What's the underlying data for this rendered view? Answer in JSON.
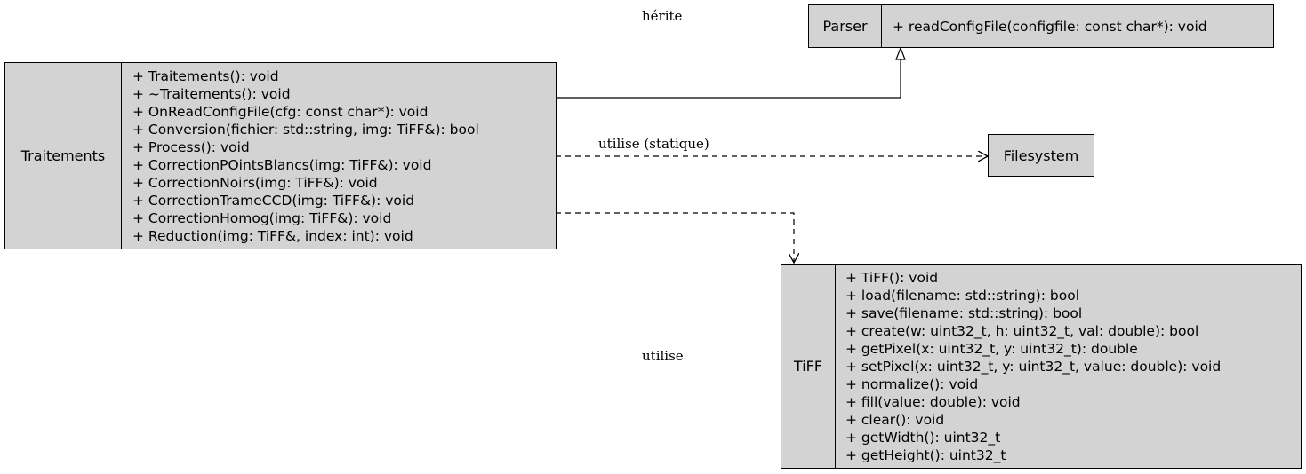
{
  "classes": {
    "parser": {
      "name": "Parser",
      "members": [
        "+ readConfigFile(configfile: const char*): void"
      ]
    },
    "traitements": {
      "name": "Traitements",
      "members": [
        "+ Traitements(): void",
        "+ ~Traitements(): void",
        "+ OnReadConfigFile(cfg: const char*): void",
        "+ Conversion(fichier: std::string, img: TiFF&): bool",
        "+ Process(): void",
        "+ CorrectionPOintsBlancs(img: TiFF&): void",
        "+ CorrectionNoirs(img: TiFF&): void",
        "+ CorrectionTrameCCD(img: TiFF&): void",
        "+ CorrectionHomog(img: TiFF&): void",
        "+ Reduction(img: TiFF&, index: int): void"
      ]
    },
    "filesystem": {
      "name": "Filesystem"
    },
    "tiff": {
      "name": "TiFF",
      "members": [
        "+ TiFF(): void",
        "+ load(filename: std::string): bool",
        "+ save(filename: std::string): bool",
        "+ create(w: uint32_t, h: uint32_t, val: double): bool",
        "+ getPixel(x: uint32_t, y: uint32_t): double",
        "+ setPixel(x: uint32_t, y: uint32_t, value: double): void",
        "+ normalize(): void",
        "+ fill(value: double): void",
        "+ clear(): void",
        "+ getWidth(): uint32_t",
        "+ getHeight(): uint32_t"
      ]
    }
  },
  "edges": {
    "inherits_label": "hérite",
    "uses_static_label": "utilise (statique)",
    "uses_label": "utilise"
  },
  "colors": {
    "node_fill": "#d3d3d3",
    "stroke": "#000000"
  }
}
